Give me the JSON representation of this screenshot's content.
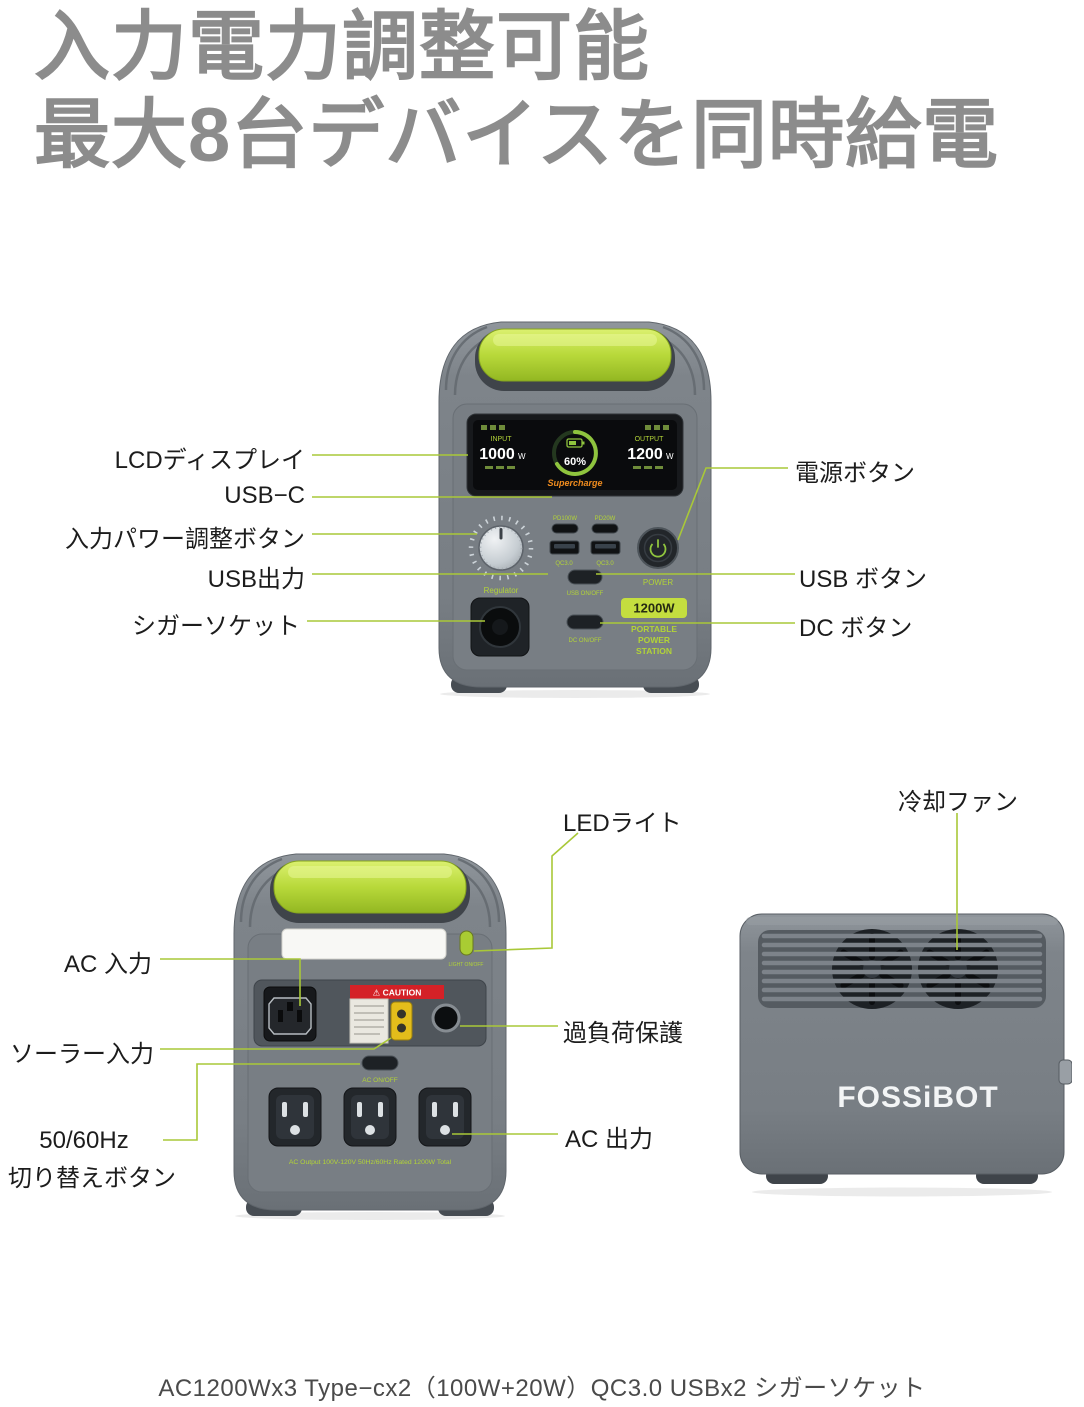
{
  "header": {
    "title_line1": "入力電力調整可能",
    "title_line2": "最大8台デバイスを同時給電"
  },
  "callouts_front": {
    "lcd_display": "LCDディスプレイ",
    "usb_c": "USB−C",
    "input_power_adjust": "入力パワー調整ボタン",
    "usb_output": "USB出力",
    "cigarette_socket": "シガーソケット",
    "power_button": "電源ボタン",
    "usb_button": "USB ボタン",
    "dc_button": "DC ボタン"
  },
  "callouts_rear": {
    "led_light": "LEDライト",
    "ac_input": "AC 入力",
    "solar_input": "ソーラー入力",
    "hz_switch_line1": "50/60Hz",
    "hz_switch_line2": "切り替えボタン",
    "overload_protection": "過負荷保護",
    "ac_output": "AC 出力",
    "cooling_fan": "冷却ファン"
  },
  "device_front": {
    "display": {
      "input_label": "INPUT",
      "input_value": "1000",
      "input_unit": "W",
      "battery_percent": "60%",
      "output_label": "OUTPUT",
      "output_value": "1200",
      "output_unit": "W",
      "supercharge_label": "Supercharge"
    },
    "regulator_label": "Regulator",
    "ports": {
      "usbc1_label": "PD100W",
      "usbc2_label": "PD20W",
      "usba1_label": "QC3.0",
      "usba2_label": "QC3.0",
      "usb_switch_label": "USB ON/OFF",
      "power_label": "POWER",
      "dc_switch_label": "DC ON/OFF"
    },
    "badge": {
      "wattage": "1200W",
      "line2": "PORTABLE",
      "line3": "POWER",
      "line4": "STATION"
    }
  },
  "device_rear": {
    "caution_label": "⚠ CAUTION",
    "light_switch_label": "LIGHT ON/OFF",
    "ac_switch_label": "AC ON/OFF",
    "rating_text": "AC Output 100V-120V 50Hz/60Hz Rated 1200W Total"
  },
  "device_side": {
    "brand": "FOSSiBOT"
  },
  "footer": {
    "caption": "AC1200Wx3 Type−cx2（100W+20W）QC3.0 USBx2 シガーソケット"
  },
  "colors": {
    "accent_green": "#a9c838",
    "device_green": "#b5d737",
    "title_gray": "#8c8c8c",
    "caution_red": "#d42127",
    "supercharge_orange": "#f08c1e"
  }
}
